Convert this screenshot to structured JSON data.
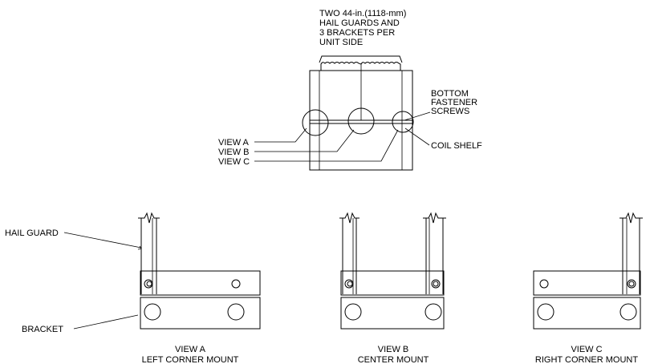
{
  "title_note": {
    "line1": "TWO 44-in.(1118-mm)",
    "line2": "HAIL GUARDS AND",
    "line3": "3 BRACKETS PER",
    "line4": "UNIT SIDE"
  },
  "fastener_note": {
    "line1": "BOTTOM",
    "line2": "FASTENER",
    "line3": "SCREWS"
  },
  "coil_shelf_label": "COIL SHELF",
  "view_refs": {
    "a": "VIEW A",
    "b": "VIEW B",
    "c": "VIEW C"
  },
  "hail_guard_label": "HAIL GUARD",
  "bracket_label": "BRACKET",
  "views": [
    {
      "name": "VIEW A",
      "subtitle": "LEFT CORNER MOUNT"
    },
    {
      "name": "VIEW B",
      "subtitle": "CENTER MOUNT"
    },
    {
      "name": "VIEW C",
      "subtitle": "RIGHT CORNER MOUNT"
    }
  ]
}
